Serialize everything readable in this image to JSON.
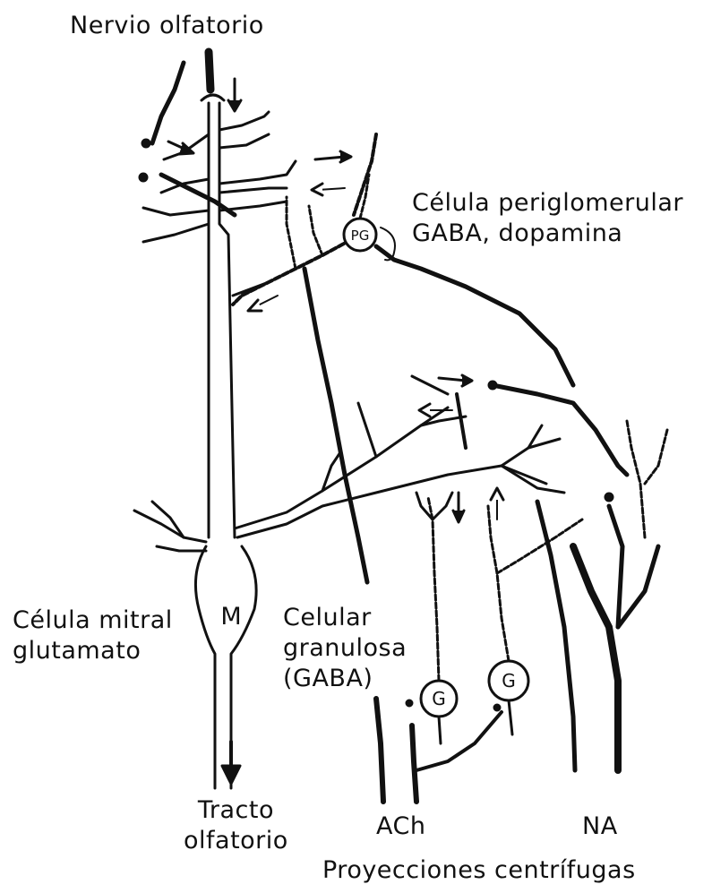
{
  "labels": {
    "olfactory_nerve": "Nervio olfatorio",
    "periglomerular_cell": [
      "Célula periglomerular",
      "GABA, dopamina"
    ],
    "mitral_cell": [
      "Célula mitral",
      "glutamato"
    ],
    "granule_cell": [
      "Celular",
      "granulosa",
      "(GABA)"
    ],
    "olfactory_tract": [
      "Tracto",
      "olfatorio"
    ],
    "ach": "ACh",
    "na": "NA",
    "centrifugal_projections": "Proyecciones centrífugas",
    "mitral_soma_letter": "M",
    "pg_soma_letter": "PG",
    "granule_soma_letter": "G"
  },
  "colors": {
    "ink": "#111111",
    "paper": "#ffffff"
  }
}
